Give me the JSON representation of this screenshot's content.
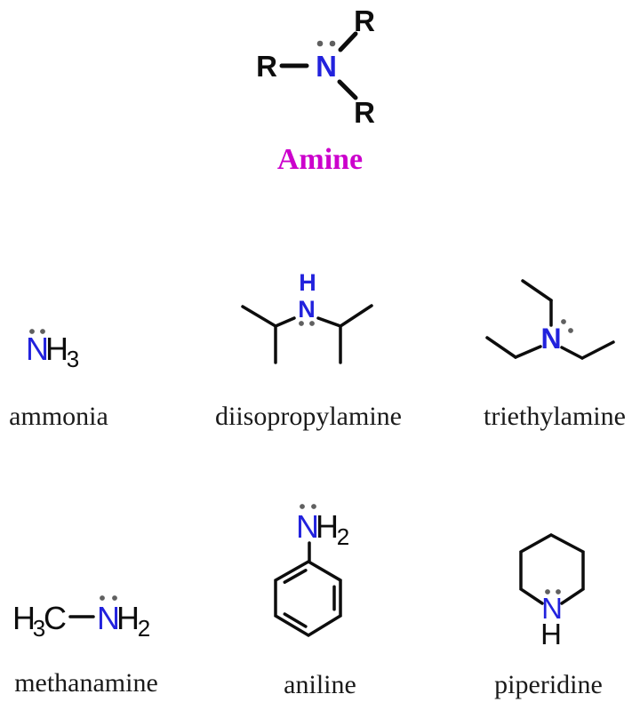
{
  "title": {
    "text": "Amine"
  },
  "generic": {
    "r_top": "R",
    "r_left": "R",
    "r_bottom": "R",
    "n": "N"
  },
  "row1": {
    "ammonia": {
      "label": "ammonia",
      "n": "N",
      "h": "H",
      "sub": "3"
    },
    "diisopropylamine": {
      "label": "diisopropylamine",
      "h": "H",
      "n": "N"
    },
    "triethylamine": {
      "label": "triethylamine",
      "n": "N"
    }
  },
  "row2": {
    "methanamine": {
      "label": "methanamine",
      "h1": "H",
      "sub1": "3",
      "c": "C",
      "n": "N",
      "h2": "H",
      "sub2": "2"
    },
    "aniline": {
      "label": "aniline",
      "n": "N",
      "h": "H",
      "sub": "2"
    },
    "piperidine": {
      "label": "piperidine",
      "n": "N",
      "h": "H"
    }
  },
  "colors": {
    "nitrogen": "#2222dd",
    "bond": "#0d0d0d",
    "lone_pair": "#606060",
    "title": "#cc00cc",
    "label": "#1a1a1a",
    "background": "#ffffff"
  }
}
